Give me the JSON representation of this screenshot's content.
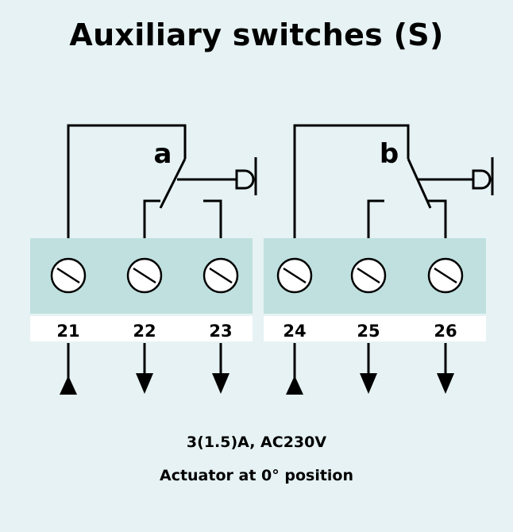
{
  "title": "Auxiliary switches (S)",
  "switches": [
    {
      "label": "a",
      "terminals": [
        {
          "number": "21",
          "direction": "in"
        },
        {
          "number": "22",
          "direction": "out"
        },
        {
          "number": "23",
          "direction": "out"
        }
      ]
    },
    {
      "label": "b",
      "terminals": [
        {
          "number": "24",
          "direction": "in"
        },
        {
          "number": "25",
          "direction": "out"
        },
        {
          "number": "26",
          "direction": "out"
        }
      ]
    }
  ],
  "rating": "3(1.5)A, AC230V",
  "position_note": "Actuator at 0° position",
  "colors": {
    "background": "#e6f2f3",
    "terminal_block": "#bfe0df",
    "label_strip": "#ffffff",
    "wire": "#000000"
  }
}
